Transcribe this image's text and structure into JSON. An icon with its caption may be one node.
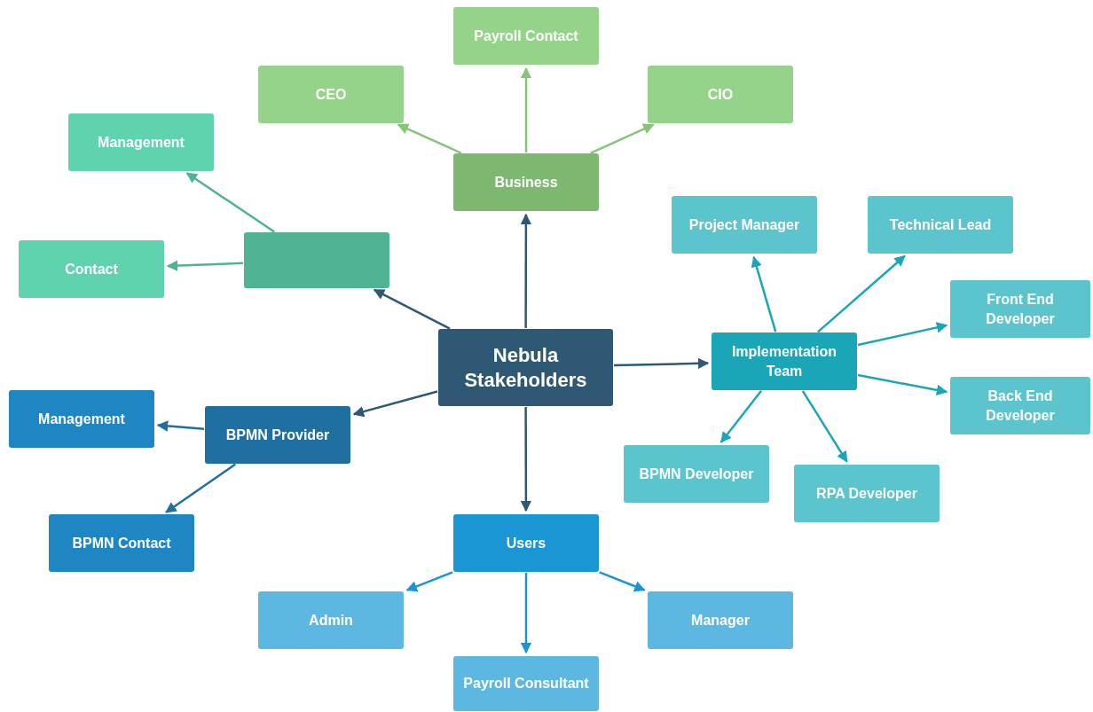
{
  "diagram": {
    "nodes": [
      {
        "text": [
          "Nebula Stakeholders"
        ]
      },
      {
        "text": [
          "Business"
        ]
      },
      {
        "text": [
          "Payroll Contact"
        ]
      },
      {
        "text": [
          "CEO"
        ]
      },
      {
        "text": [
          "CIO"
        ]
      },
      {
        "text": [],
        "shape": "box"
      },
      {
        "text": [
          "Management"
        ]
      },
      {
        "text": [
          "Contact"
        ]
      },
      {
        "text": [
          "Implementation Team"
        ]
      },
      {
        "text": [
          "Project Manager"
        ]
      },
      {
        "text": [
          "Technical Lead"
        ]
      },
      {
        "text": [
          "Front End Developer"
        ]
      },
      {
        "text": [
          "Back End Developer"
        ]
      },
      {
        "text": [
          "BPMN Developer"
        ]
      },
      {
        "text": [
          "RPA Developer"
        ]
      },
      {
        "text": [
          "BPMN Provider"
        ]
      },
      {
        "text": [
          "Management"
        ]
      },
      {
        "text": [
          "BPMN Contact"
        ]
      },
      {
        "text": [
          "Users"
        ]
      },
      {
        "text": [
          "Admin"
        ]
      },
      {
        "text": [
          "Payroll Consultant"
        ]
      },
      {
        "text": [
          "Manager"
        ]
      }
    ],
    "edges": [
      {
        "from": 0,
        "to": 1,
        "arrow": "to",
        "color": "#2f5874"
      },
      {
        "from": 1,
        "to": 2,
        "arrow": "to",
        "color": "#86c47a"
      },
      {
        "from": 1,
        "to": 3,
        "arrow": "to",
        "color": "#86c47a"
      },
      {
        "from": 1,
        "to": 4,
        "arrow": "to",
        "color": "#86c47a"
      },
      {
        "from": 0,
        "to": 5,
        "arrow": "to",
        "color": "#2f5874"
      },
      {
        "from": 5,
        "to": 6,
        "arrow": "to",
        "color": "#4fb394"
      },
      {
        "from": 5,
        "to": 7,
        "arrow": "to",
        "color": "#4fb394"
      },
      {
        "from": 0,
        "to": 8,
        "arrow": "to",
        "color": "#2f5874"
      },
      {
        "from": 8,
        "to": 9,
        "arrow": "to",
        "color": "#1aa6b7"
      },
      {
        "from": 8,
        "to": 10,
        "arrow": "to",
        "color": "#1aa6b7"
      },
      {
        "from": 8,
        "to": 11,
        "arrow": "to",
        "color": "#1aa6b7"
      },
      {
        "from": 8,
        "to": 12,
        "arrow": "to",
        "color": "#1aa6b7"
      },
      {
        "from": 8,
        "to": 13,
        "arrow": "to",
        "color": "#1aa6b7"
      },
      {
        "from": 8,
        "to": 14,
        "arrow": "to",
        "color": "#1aa6b7"
      },
      {
        "from": 0,
        "to": 15,
        "arrow": "to",
        "color": "#2f5874"
      },
      {
        "from": 15,
        "to": 16,
        "arrow": "to",
        "color": "#1f6fa0"
      },
      {
        "from": 15,
        "to": 17,
        "arrow": "to",
        "color": "#1f6fa0"
      },
      {
        "from": 0,
        "to": 18,
        "arrow": "to",
        "color": "#2f5874"
      },
      {
        "from": 18,
        "to": 19,
        "arrow": "to",
        "color": "#1a96d4"
      },
      {
        "from": 18,
        "to": 20,
        "arrow": "to",
        "color": "#1a96d4"
      },
      {
        "from": 18,
        "to": 21,
        "arrow": "to",
        "color": "#1a96d4"
      }
    ]
  }
}
